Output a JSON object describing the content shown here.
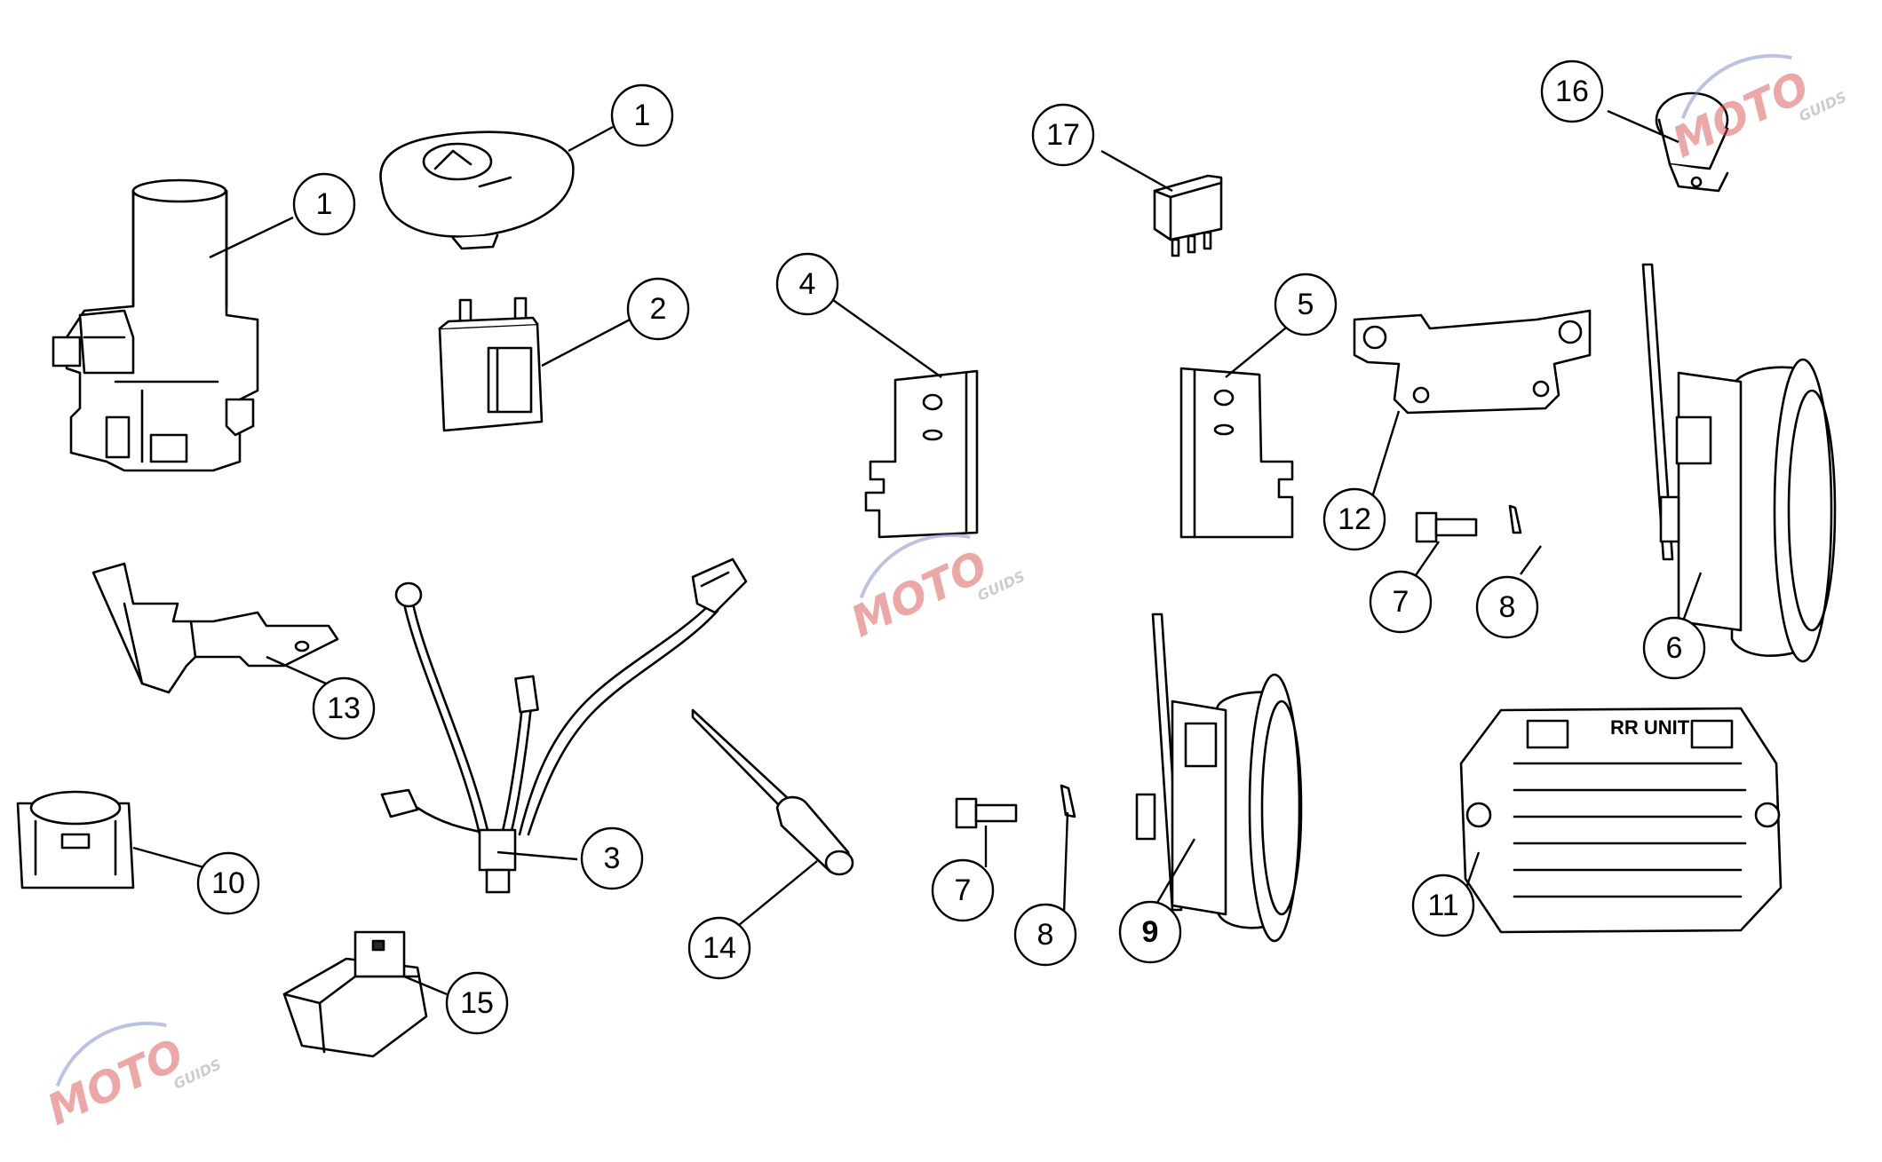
{
  "diagram": {
    "callouts": [
      {
        "id": "c1a",
        "label": "1"
      },
      {
        "id": "c1b",
        "label": "1"
      },
      {
        "id": "c2",
        "label": "2"
      },
      {
        "id": "c3",
        "label": "3"
      },
      {
        "id": "c4",
        "label": "4"
      },
      {
        "id": "c5",
        "label": "5"
      },
      {
        "id": "c6",
        "label": "6"
      },
      {
        "id": "c7a",
        "label": "7"
      },
      {
        "id": "c7b",
        "label": "7"
      },
      {
        "id": "c8a",
        "label": "8"
      },
      {
        "id": "c8b",
        "label": "8"
      },
      {
        "id": "c9",
        "label": "9"
      },
      {
        "id": "c10",
        "label": "10"
      },
      {
        "id": "c11",
        "label": "11"
      },
      {
        "id": "c12",
        "label": "12"
      },
      {
        "id": "c13",
        "label": "13"
      },
      {
        "id": "c14",
        "label": "14"
      },
      {
        "id": "c15",
        "label": "15"
      },
      {
        "id": "c16",
        "label": "16"
      },
      {
        "id": "c17",
        "label": "17"
      }
    ],
    "unit_label": "RR UNIT"
  },
  "watermark": {
    "brand": "MOTO",
    "sub": "GUIDS",
    "colors": {
      "red": "#d9534f",
      "blue": "#7d86c9",
      "gray": "#9a9a9a"
    }
  }
}
